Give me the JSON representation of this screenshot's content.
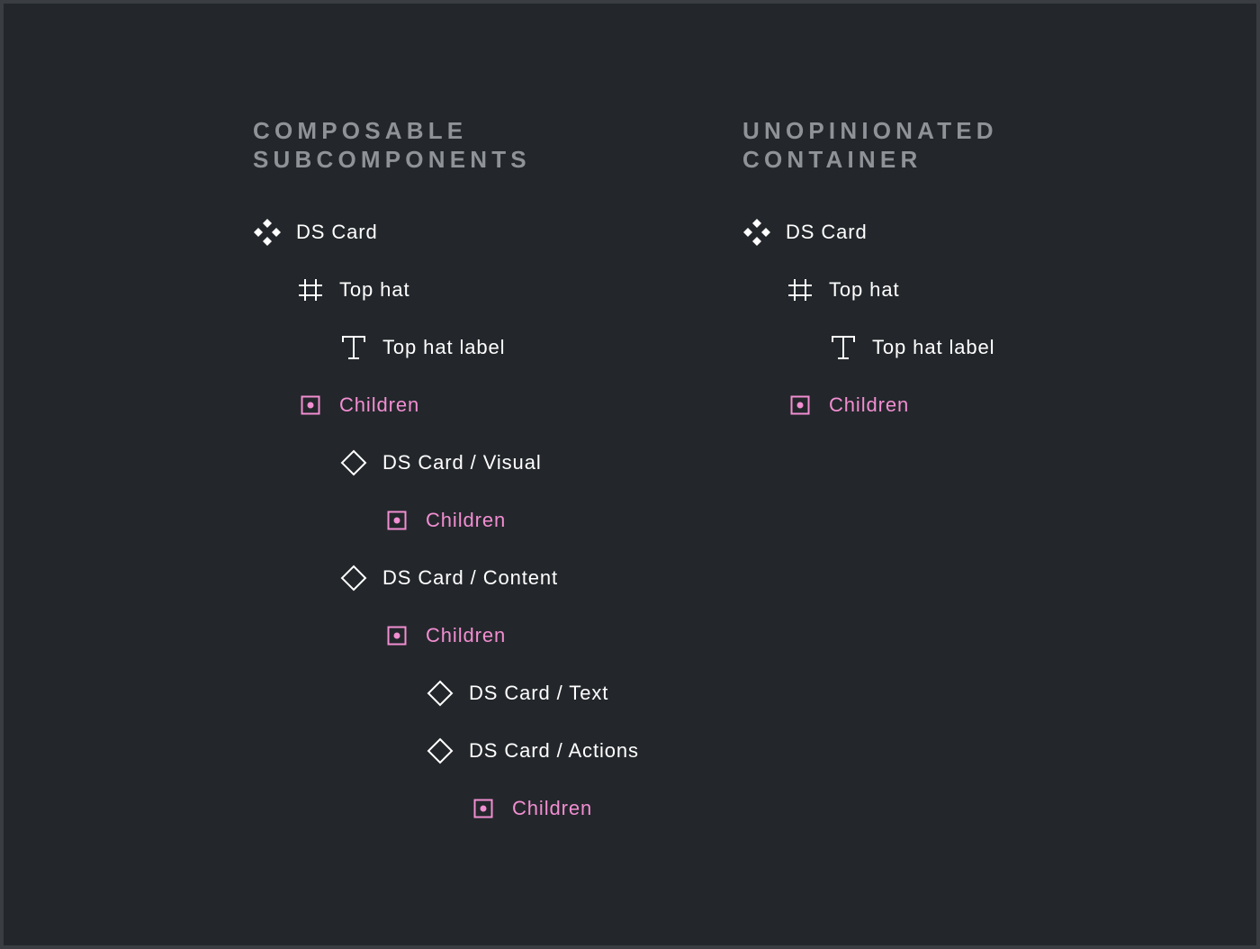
{
  "colors": {
    "background": "#23272b",
    "border": "#3a3d41",
    "heading": "#8f9398",
    "text": "#ffffff",
    "slot": "#f28ed2"
  },
  "left": {
    "heading": [
      "COMPOSABLE",
      "SUBCOMPONENTS"
    ],
    "items": [
      {
        "label": "DS Card",
        "icon": "component-icon",
        "depth": 0
      },
      {
        "label": "Top hat",
        "icon": "frame-icon",
        "depth": 1
      },
      {
        "label": "Top hat label",
        "icon": "text-icon",
        "depth": 2
      },
      {
        "label": "Children",
        "icon": "slot-icon",
        "depth": 1
      },
      {
        "label": "DS Card / Visual",
        "icon": "instance-icon",
        "depth": 2
      },
      {
        "label": "Children",
        "icon": "slot-icon",
        "depth": 3
      },
      {
        "label": "DS Card / Content",
        "icon": "instance-icon",
        "depth": 2
      },
      {
        "label": "Children",
        "icon": "slot-icon",
        "depth": 3
      },
      {
        "label": "DS Card / Text",
        "icon": "instance-icon",
        "depth": 4
      },
      {
        "label": "DS Card / Actions",
        "icon": "instance-icon",
        "depth": 4
      },
      {
        "label": "Children",
        "icon": "slot-icon",
        "depth": 5
      }
    ]
  },
  "right": {
    "heading": [
      "UNOPINIONATED",
      "CONTAINER"
    ],
    "items": [
      {
        "label": "DS Card",
        "icon": "component-icon",
        "depth": 0
      },
      {
        "label": "Top hat",
        "icon": "frame-icon",
        "depth": 1
      },
      {
        "label": "Top hat label",
        "icon": "text-icon",
        "depth": 2
      },
      {
        "label": "Children",
        "icon": "slot-icon",
        "depth": 1
      }
    ]
  }
}
